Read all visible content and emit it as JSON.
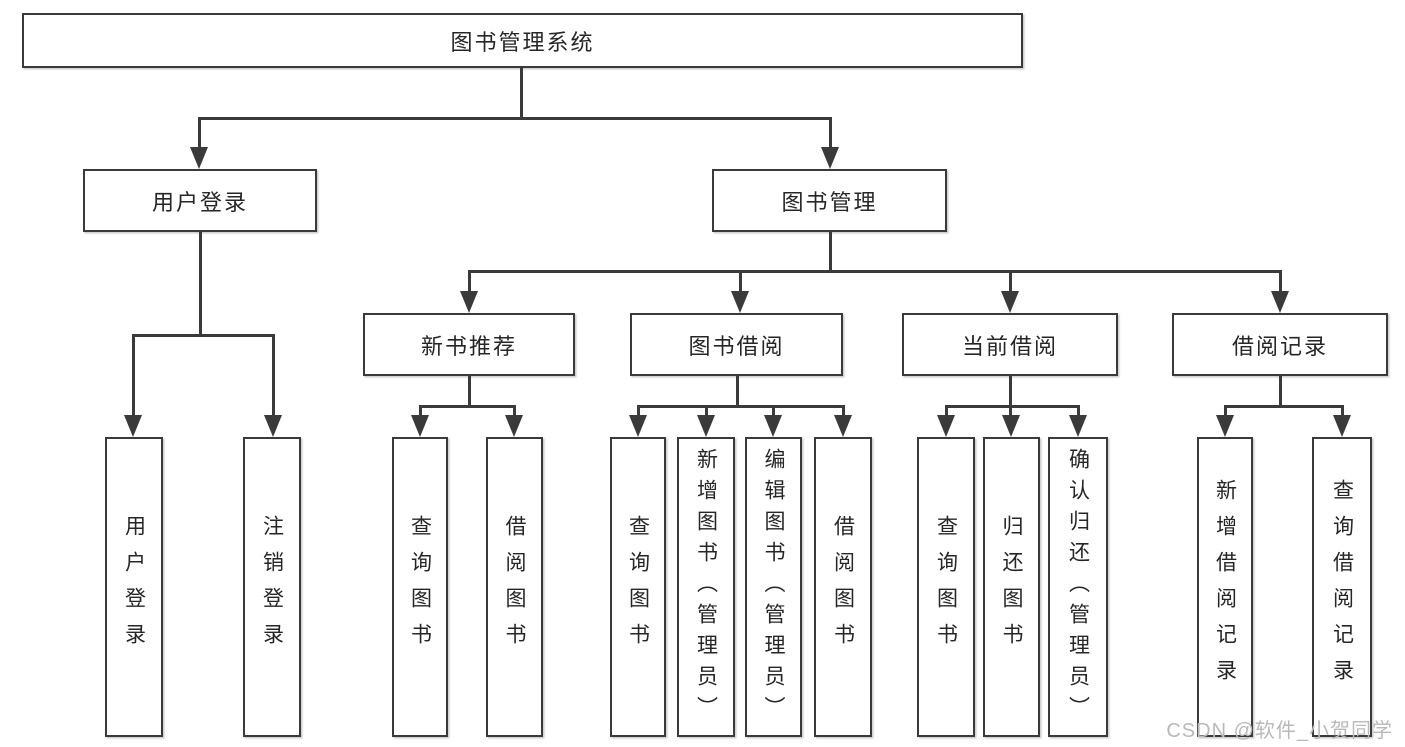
{
  "title": "图书管理系统",
  "level2": {
    "user_login": "用户登录",
    "book_mgmt": "图书管理"
  },
  "level3": {
    "new_books": "新书推荐",
    "book_borrow": "图书借阅",
    "current_borrow": "当前借阅",
    "borrow_records": "借阅记录"
  },
  "leaves": {
    "under_user_login": [
      "用户登录",
      "注销登录"
    ],
    "under_new_books": [
      "查询图书",
      "借阅图书"
    ],
    "under_book_borrow": [
      "查询图书",
      "新增图书（管理员）",
      "编辑图书（管理员）",
      "借阅图书"
    ],
    "under_current_borrow": [
      "查询图书",
      "归还图书",
      "确认归还（管理员）"
    ],
    "under_borrow_records": [
      "新增借阅记录",
      "查询借阅记录"
    ]
  },
  "watermark": "CSDN @软件_小贺同学",
  "colors": {
    "line": "#3a3a3a",
    "text": "#262626",
    "watermark": "#b9b9b9",
    "background": "#ffffff"
  }
}
